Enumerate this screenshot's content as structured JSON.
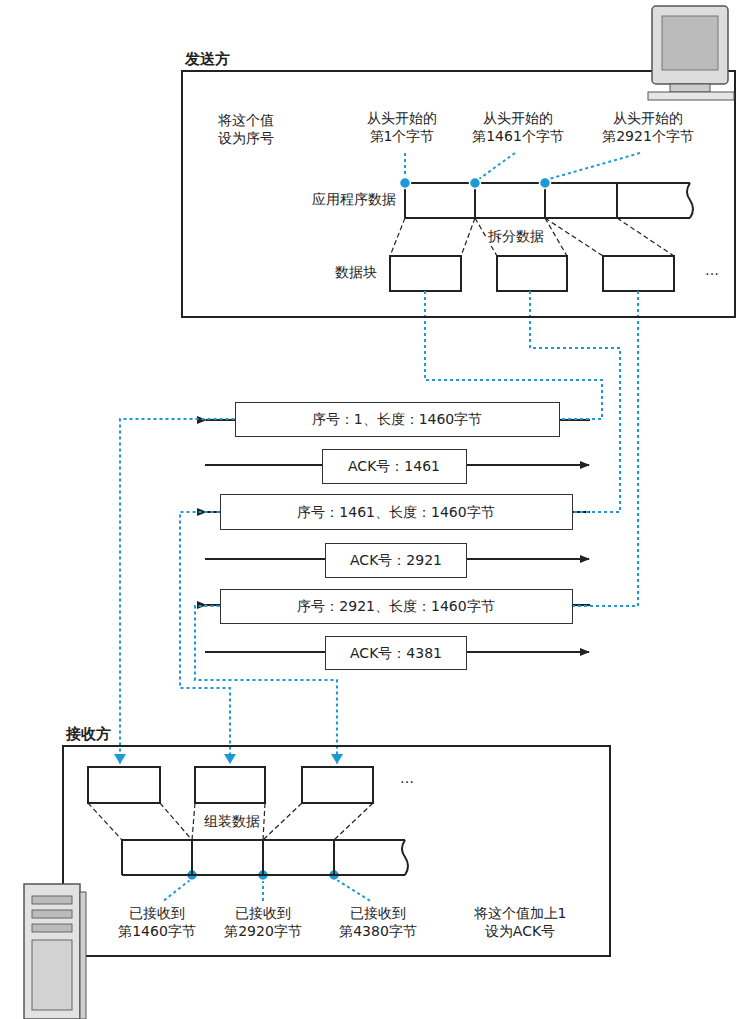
{
  "diagram": {
    "nodes": [
      {
        "text": [
          "发送方"
        ]
      },
      {
        "text": [
          "序号：1、长度：1460字节"
        ]
      },
      {
        "text": [
          "ACK号：1461"
        ]
      },
      {
        "text": [
          "序号：1461、长度：1460字节"
        ]
      },
      {
        "text": [
          "ACK号：2921"
        ]
      },
      {
        "text": [
          "序号：2921、长度：1460字节"
        ]
      },
      {
        "text": [
          "ACK号：4381"
        ]
      },
      {
        "text": [
          "接收方"
        ]
      }
    ],
    "edges": [
      {
        "from": 0,
        "to": 1,
        "arrow": "none"
      },
      {
        "from": 0,
        "to": 3,
        "arrow": "none"
      },
      {
        "from": 0,
        "to": 5,
        "arrow": "none"
      },
      {
        "from": 1,
        "to": 7,
        "arrow": "to"
      },
      {
        "from": 3,
        "to": 7,
        "arrow": "to"
      },
      {
        "from": 5,
        "to": 7,
        "arrow": "to"
      }
    ],
    "labels": [
      "将这个值 设为序号",
      "从头开始的 第1个字节",
      "从头开始的 第1461个字节",
      "从头开始的 第2921个字节",
      "应用程序数据",
      "拆分数据",
      "数据块",
      "…",
      "组装数据",
      "…",
      "已接收到 第1460字节",
      "已接收到 第2920字节",
      "已接收到 第4380字节",
      "将这个值加上1 设为ACK号"
    ]
  }
}
